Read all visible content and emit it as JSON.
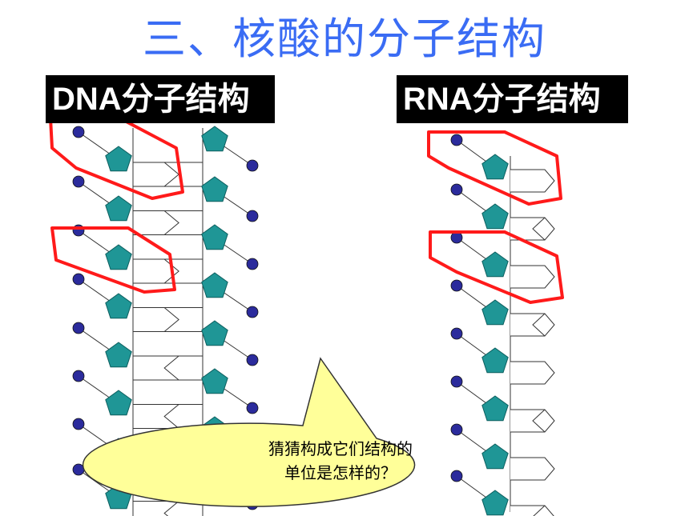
{
  "title": "三、核酸的分子结构",
  "dna": {
    "label": "DNA分子结构"
  },
  "rna": {
    "label": "RNA分子结构"
  },
  "callout": {
    "line1": "猜猜构成它们结构的",
    "line2": "单位是怎样的？"
  },
  "colors": {
    "title": "#3a6cf4",
    "pentagon": "#1f9696",
    "phosphate": "#2b2b9c",
    "highlight": "#ff1a1a",
    "callout_fill": "#ffff99"
  }
}
